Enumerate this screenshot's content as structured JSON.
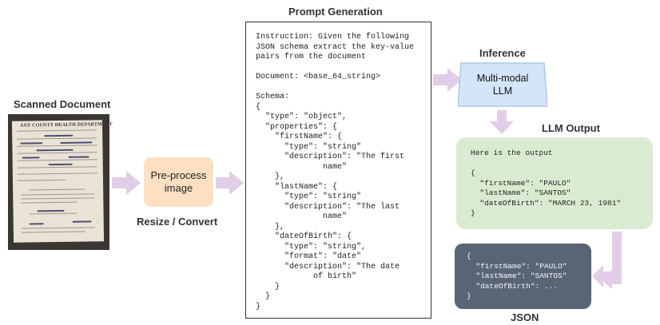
{
  "labels": {
    "scanned_document": "Scanned Document",
    "resize_convert": "Resize / Convert",
    "prompt_generation": "Prompt Generation",
    "inference": "Inference",
    "llm_output": "LLM Output",
    "json": "JSON"
  },
  "scan": {
    "header": "ANY COUNTY HEALTH DEPARTMENT"
  },
  "preprocess": {
    "line1": "Pre-process",
    "line2": "image"
  },
  "prompt_text": "Instruction: Given the following\nJSON schema extract the key-value\npairs from the document\n\nDocument: <base_64_string>\n\nSchema:\n{\n  \"type\": \"object\",\n  \"properties\": {\n    \"firstName\": {\n      \"type\": \"string\"\n      \"description\": \"The first\n              name\"\n    },\n    \"lastName\": {\n      \"type\": \"string\"\n      \"description\": \"The last\n              name\"\n    },\n    \"dateOfBirth\": {\n      \"type\": \"string\",\n      \"format\": \"date\"\n      \"description\": \"The date\n            of birth\"\n    }\n  }\n}",
  "llm": {
    "line1": "Multi-modal",
    "line2": "LLM"
  },
  "output_text": "Here is the output\n\n{\n  \"firstName\": \"PAULO\"\n  \"lastName\": \"SANTOS\"\n  \"dateOfBirth\": \"MARCH 23, 1981\"\n}",
  "json_text": "{\n  \"firstName\": \"PAULO\"\n  \"lastName\": \"SANTOS\"\n  \"dateOfBirth\": ...\n}",
  "colors": {
    "arrow": "#e2cde8",
    "preprocess_fill": "#fde0c2",
    "llm_fill": "#d3e5f8",
    "llm_stroke": "#a9c8ec",
    "output_fill": "#d9ecd2",
    "json_fill": "#586575"
  }
}
